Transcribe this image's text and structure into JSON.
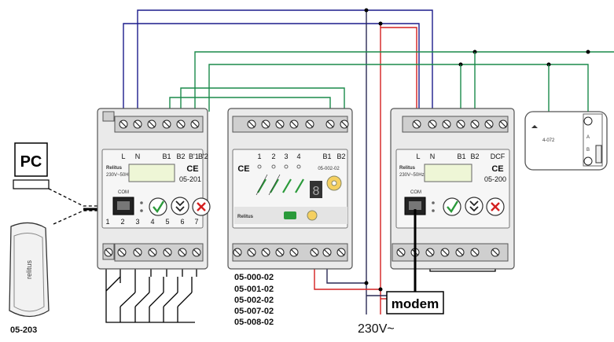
{
  "pc": {
    "label": "PC"
  },
  "dongle": {
    "model": "05-203"
  },
  "module_a": {
    "terminals": [
      "L",
      "N",
      "B1",
      "B2",
      "B'1",
      "B'2"
    ],
    "brand": "Relitus",
    "voltage": "230V~50Hz",
    "ce": "CE",
    "model": "05-201",
    "port": "COM",
    "bottom_numbers": [
      "1",
      "2",
      "3",
      "4",
      "5",
      "6",
      "7"
    ]
  },
  "module_b": {
    "channels": [
      "1",
      "2",
      "3",
      "4"
    ],
    "bus": [
      "B1",
      "B2"
    ],
    "ce": "CE",
    "model": "05-002-02",
    "brand": "Relitus",
    "compatible_models": [
      "05-000-02",
      "05-001-02",
      "05-002-02",
      "05-007-02",
      "05-008-02"
    ]
  },
  "module_c": {
    "terminals": [
      "L",
      "N",
      "B1",
      "B2",
      "DCF"
    ],
    "brand": "Relitus",
    "voltage": "230V~50Hz",
    "ce": "CE",
    "model": "05-200",
    "port": "COM"
  },
  "sensor": {
    "model": "4-072",
    "terminal_a": "A",
    "terminal_b": "B"
  },
  "modem": {
    "label": "modem"
  },
  "supply": {
    "label": "230V~"
  },
  "colors": {
    "blue": "#1c1c8c",
    "green": "#1a8a4a",
    "red": "#d42020"
  }
}
